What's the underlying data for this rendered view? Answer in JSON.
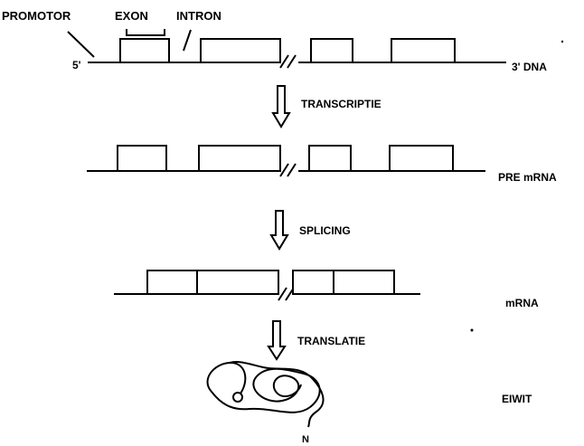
{
  "labels": {
    "promotor": "PROMOTOR",
    "exon": "EXON",
    "intron": "INTRON",
    "five_prime": "5'",
    "dna": "3' DNA"
  },
  "steps": [
    {
      "label": "TRANSCRIPTIE"
    },
    {
      "label": "SPLICING"
    },
    {
      "label": "TRANSLATIE"
    }
  ],
  "rows": [
    {
      "label": "PRE mRNA"
    },
    {
      "label": "mRNA"
    }
  ],
  "protein": {
    "label": "EIWIT",
    "terminus": "N"
  }
}
